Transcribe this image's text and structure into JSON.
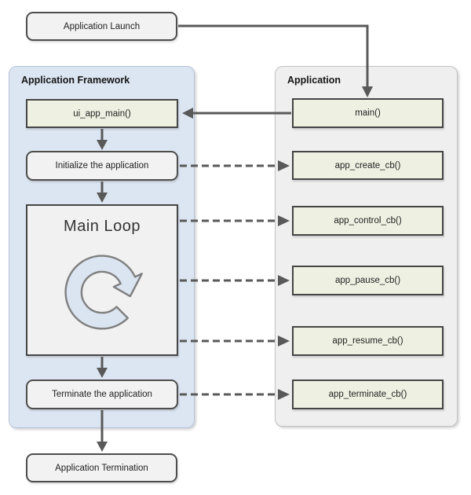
{
  "diagram": {
    "title_hint": "Application lifecycle flow",
    "nodes": {
      "application_launch": "Application Launch",
      "application_termination": "Application Termination"
    },
    "framework": {
      "title": "Application Framework",
      "ui_app_main": "ui_app_main()",
      "initialize": "Initialize the application",
      "main_loop": "Main Loop",
      "terminate": "Terminate the application"
    },
    "application": {
      "title": "Application",
      "main": "main()",
      "app_create": "app_create_cb()",
      "app_control": "app_control_cb()",
      "app_pause": "app_pause_cb()",
      "app_resume": "app_resume_cb()",
      "app_terminate": "app_terminate_cb()"
    },
    "icons": {
      "loop": "clockwise-loop-arrow"
    },
    "colors": {
      "framework_container_fill": "#dce6f2",
      "application_container_fill": "#efefef",
      "callback_box_fill": "#eef1e2",
      "process_box_fill": "#f2f2f2",
      "box_border": "#4d4d4d",
      "arrow": "#595959",
      "loop_icon_fill": "#dbe5f1",
      "loop_icon_stroke": "#7f7f7f"
    }
  }
}
